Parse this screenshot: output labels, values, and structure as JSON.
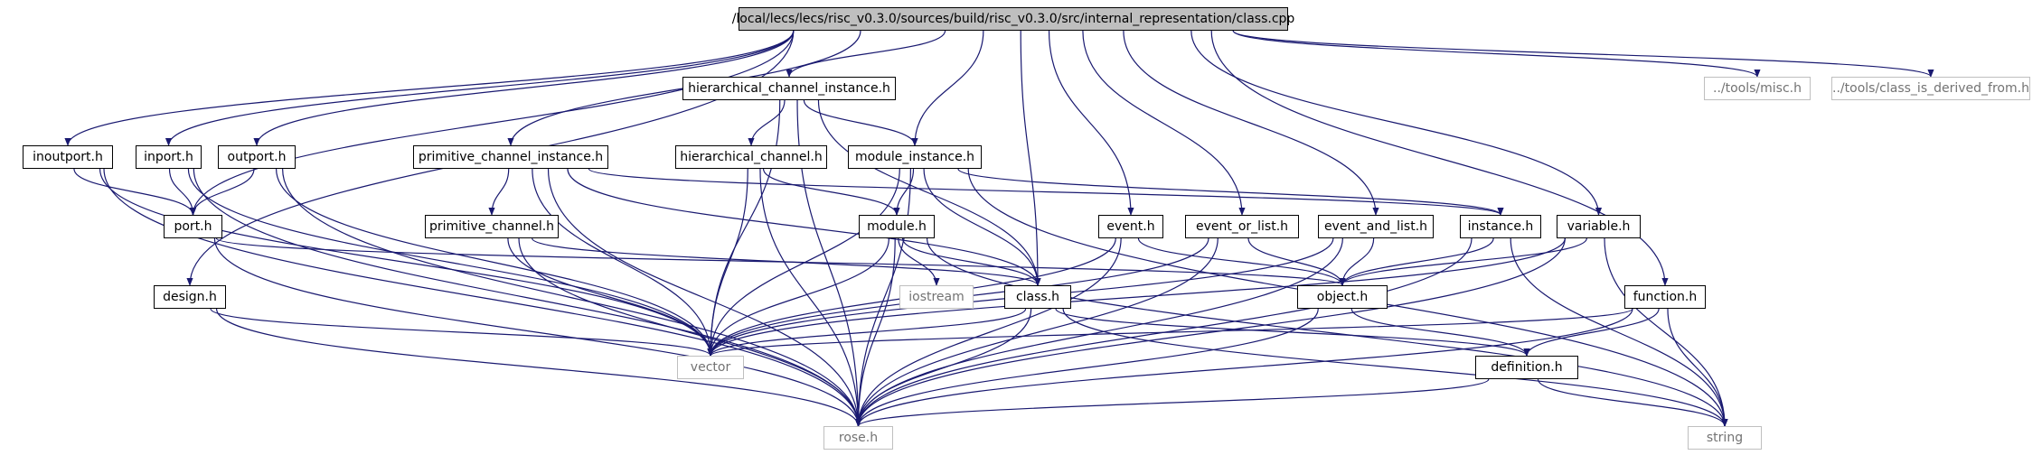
{
  "nodes": {
    "root": "/local/lecs/lecs/risc_v0.3.0/sources/build/risc_v0.3.0/src/internal_representation/class.cpp",
    "hci": "hierarchical_channel_instance.h",
    "misc": "../tools/misc.h",
    "cidf": "../tools/class_is_derived_from.h",
    "inoutport": "inoutport.h",
    "inport": "inport.h",
    "outport": "outport.h",
    "pci": "primitive_channel_instance.h",
    "hc": "hierarchical_channel.h",
    "mi": "module_instance.h",
    "port": "port.h",
    "pc": "primitive_channel.h",
    "module": "module.h",
    "event": "event.h",
    "eol": "event_or_list.h",
    "eal": "event_and_list.h",
    "instance": "instance.h",
    "variable": "variable.h",
    "design": "design.h",
    "iostream": "iostream",
    "class": "class.h",
    "object": "object.h",
    "function": "function.h",
    "vector": "vector",
    "definition": "definition.h",
    "rose": "rose.h",
    "string": "string"
  },
  "edges": [
    [
      "root",
      "hci"
    ],
    [
      "root",
      "misc"
    ],
    [
      "root",
      "cidf"
    ],
    [
      "root",
      "inoutport"
    ],
    [
      "root",
      "inport"
    ],
    [
      "root",
      "outport"
    ],
    [
      "root",
      "pci"
    ],
    [
      "root",
      "mi"
    ],
    [
      "root",
      "port"
    ],
    [
      "root",
      "event"
    ],
    [
      "root",
      "eol"
    ],
    [
      "root",
      "eal"
    ],
    [
      "root",
      "variable"
    ],
    [
      "root",
      "design"
    ],
    [
      "root",
      "class"
    ],
    [
      "root",
      "function"
    ],
    [
      "hci",
      "hc"
    ],
    [
      "hci",
      "mi"
    ],
    [
      "hci",
      "class"
    ],
    [
      "hci",
      "vector"
    ],
    [
      "hci",
      "rose"
    ],
    [
      "inoutport",
      "port"
    ],
    [
      "inoutport",
      "vector"
    ],
    [
      "inoutport",
      "rose"
    ],
    [
      "inport",
      "port"
    ],
    [
      "inport",
      "vector"
    ],
    [
      "inport",
      "rose"
    ],
    [
      "outport",
      "port"
    ],
    [
      "outport",
      "vector"
    ],
    [
      "outport",
      "rose"
    ],
    [
      "pci",
      "pc"
    ],
    [
      "pci",
      "instance"
    ],
    [
      "pci",
      "class"
    ],
    [
      "pci",
      "vector"
    ],
    [
      "pci",
      "rose"
    ],
    [
      "hc",
      "module"
    ],
    [
      "hc",
      "vector"
    ],
    [
      "hc",
      "rose"
    ],
    [
      "mi",
      "module"
    ],
    [
      "mi",
      "instance"
    ],
    [
      "mi",
      "class"
    ],
    [
      "mi",
      "vector"
    ],
    [
      "mi",
      "rose"
    ],
    [
      "mi",
      "string"
    ],
    [
      "port",
      "object"
    ],
    [
      "port",
      "rose"
    ],
    [
      "pc",
      "class"
    ],
    [
      "pc",
      "vector"
    ],
    [
      "pc",
      "rose"
    ],
    [
      "module",
      "iostream"
    ],
    [
      "module",
      "class"
    ],
    [
      "module",
      "vector"
    ],
    [
      "module",
      "rose"
    ],
    [
      "module",
      "string"
    ],
    [
      "event",
      "object"
    ],
    [
      "event",
      "vector"
    ],
    [
      "event",
      "rose"
    ],
    [
      "eol",
      "object"
    ],
    [
      "eol",
      "vector"
    ],
    [
      "eol",
      "rose"
    ],
    [
      "eal",
      "object"
    ],
    [
      "eal",
      "vector"
    ],
    [
      "eal",
      "rose"
    ],
    [
      "instance",
      "object"
    ],
    [
      "instance",
      "rose"
    ],
    [
      "instance",
      "string"
    ],
    [
      "variable",
      "object"
    ],
    [
      "variable",
      "vector"
    ],
    [
      "variable",
      "rose"
    ],
    [
      "variable",
      "string"
    ],
    [
      "design",
      "vector"
    ],
    [
      "design",
      "rose"
    ],
    [
      "class",
      "vector"
    ],
    [
      "class",
      "rose"
    ],
    [
      "class",
      "definition"
    ],
    [
      "class",
      "string"
    ],
    [
      "object",
      "definition"
    ],
    [
      "object",
      "rose"
    ],
    [
      "function",
      "definition"
    ],
    [
      "function",
      "vector"
    ],
    [
      "function",
      "rose"
    ],
    [
      "function",
      "string"
    ],
    [
      "definition",
      "rose"
    ],
    [
      "definition",
      "string"
    ]
  ],
  "colors": {
    "edge": "#191970",
    "root_fill": "#bfbfbf",
    "ext_border": "#bfbfbf",
    "ext_text": "#737373"
  }
}
